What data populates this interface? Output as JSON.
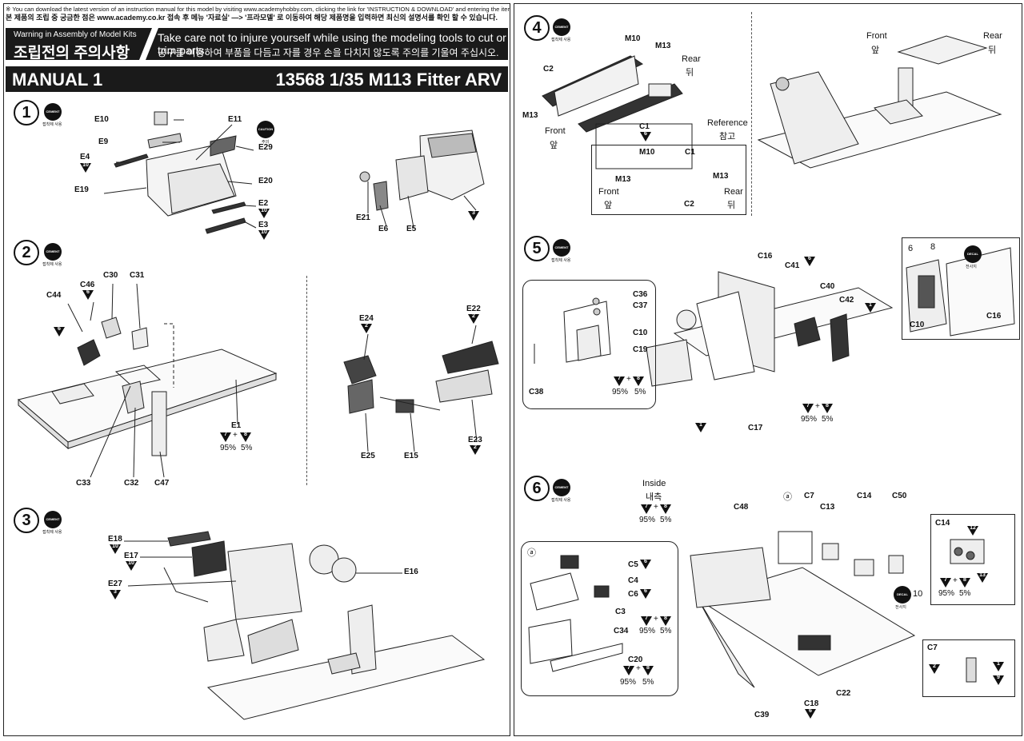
{
  "header": {
    "notice_en": "※ You can download the latest version of an instruction manual for this model by visiting www.academyhobby.com, clicking the link for 'INSTRUCTION & DOWNLOAD' and entering the item number.",
    "notice_ko": "본 제품의 조립 중 궁금한 점은 www.academy.co.kr 접속 후 메뉴 '자료실' —> '프라모델' 로 이동하여 해당 제품명을 입력하면 최신의 설명서를 확인 할 수 있습니다.",
    "warning_en": "Warning in Assembly of Model Kits",
    "warning_ko": "조립전의 주의사항",
    "caution_en": "Take care not to injure yourself while using the modeling tools to cut or trim parts.",
    "caution_ko": "공구를 이용하여 부품을 다듬고 자를 경우  손을 다치지 않도록 주의를 기울여 주십시오.",
    "manual": "MANUAL 1",
    "product": "13568 1/35 M113 Fitter ARV"
  },
  "badges": {
    "cement_en": "CEMENT",
    "cement_ko": "접착제 사용",
    "caution_en": "CAUTION",
    "caution_ko": "주의",
    "decal_en": "DECAL",
    "decal_ko": "전사지"
  },
  "paint": {
    "p2": "2",
    "p3": "3",
    "p6": "6",
    "p7": "7",
    "p8": "8",
    "p9": "9",
    "p10": "10",
    "p12": "12",
    "p13": "13",
    "p1": "1",
    "plus": "+",
    "pct95": "95%",
    "pct5": "5%"
  },
  "steps": {
    "s1": {
      "num": "1",
      "parts": {
        "e10": "E10",
        "e9": "E9",
        "e4": "E4",
        "e19": "E19",
        "e11": "E11",
        "e29": "E29",
        "e20": "E20",
        "e2": "E2",
        "e3": "E3",
        "e21": "E21",
        "e6": "E6",
        "e5": "E5"
      }
    },
    "s2": {
      "num": "2",
      "parts": {
        "c44": "C44",
        "c46": "C46",
        "c30": "C30",
        "c31": "C31",
        "e1": "E1",
        "c33": "C33",
        "c32": "C32",
        "c47": "C47",
        "e24": "E24",
        "e22": "E22",
        "e25": "E25",
        "e15": "E15",
        "e23": "E23"
      }
    },
    "s3": {
      "num": "3",
      "parts": {
        "e18": "E18",
        "e17": "E17",
        "e27": "E27",
        "e16": "E16"
      }
    },
    "s4": {
      "num": "4",
      "parts": {
        "m10": "M10",
        "m13": "M13",
        "c2": "C2",
        "c1": "C1"
      },
      "rear_en": "Rear",
      "rear_ko": "뒤",
      "front_en": "Front",
      "front_ko": "앞",
      "reference_en": "Reference",
      "reference_ko": "참고"
    },
    "s5": {
      "num": "5",
      "parts": {
        "c16": "C16",
        "c41": "C41",
        "c40": "C40",
        "c42": "C42",
        "c36": "C36",
        "c37": "C37",
        "c10": "C10",
        "c19": "C19",
        "c38": "C38",
        "c17": "C17"
      },
      "decal6": "6",
      "decal8": "8"
    },
    "s6": {
      "num": "6",
      "parts": {
        "c48": "C48",
        "c7": "C7",
        "c13": "C13",
        "c14": "C14",
        "c50": "C50",
        "c5": "C5",
        "c4": "C4",
        "c6": "C6",
        "c3": "C3",
        "c34": "C34",
        "c20": "C20",
        "c22": "C22",
        "c39": "C39",
        "c18": "C18"
      },
      "inside_en": "Inside",
      "inside_ko": "내측",
      "sub_a": "ⓐ",
      "decal10": "10"
    }
  }
}
